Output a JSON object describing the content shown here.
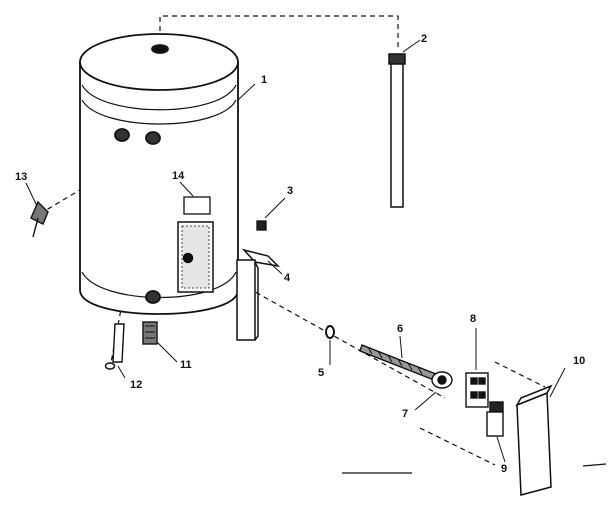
{
  "diagram": {
    "part_labels": {
      "tank": "1",
      "dip_tube": "2",
      "thermostat_clip": "3",
      "bracket": "4",
      "gasket": "5",
      "heating_element": "6",
      "element_gasket": "7",
      "thermostat": "8",
      "insulation_pad": "9",
      "access_cover": "10",
      "drain_valve": "11",
      "nipple": "12",
      "relief_valve": "13",
      "rating_plate": "14"
    }
  }
}
